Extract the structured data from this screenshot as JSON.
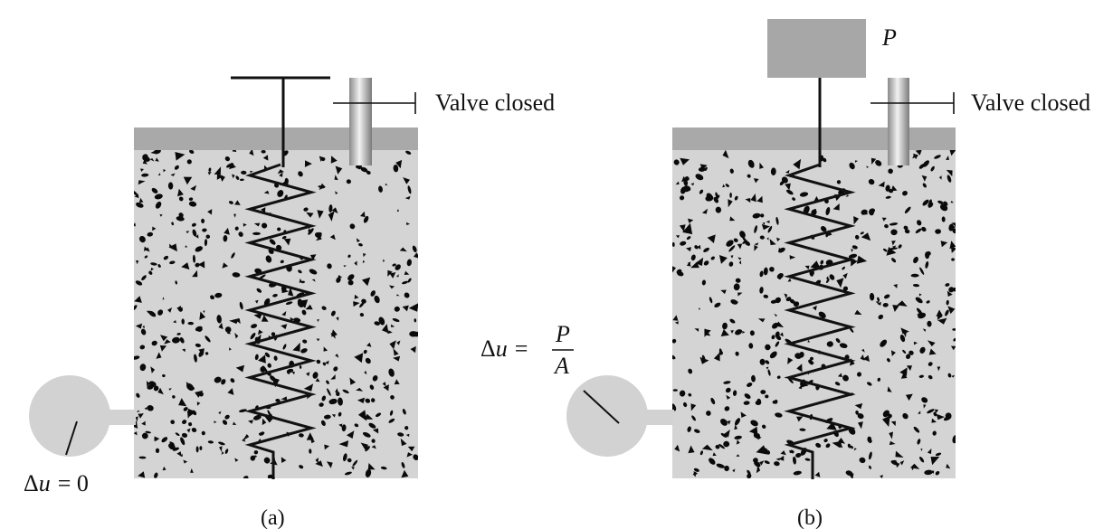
{
  "panels": [
    {
      "id": "a",
      "caption": "(a)",
      "valve_label": "Valve closed",
      "gauge_text": "Δu = 0",
      "gauge_delta": "Δ",
      "gauge_var": "u",
      "gauge_eq": "= 0",
      "has_load": false,
      "load_label": ""
    },
    {
      "id": "b",
      "caption": "(b)",
      "valve_label": "Valve closed",
      "gauge_delta": "Δ",
      "gauge_var": "u",
      "gauge_eq": "=",
      "gauge_frac_num": "P",
      "gauge_frac_den": "A",
      "has_load": true,
      "load_label": "P"
    }
  ],
  "colors": {
    "soil": "#d4d4d4",
    "cap": "#a9a9a9",
    "spring": "#111111",
    "grain": "#0a0a0a",
    "gauge": "#d2d2d2",
    "load_block": "#a7a7a7"
  }
}
